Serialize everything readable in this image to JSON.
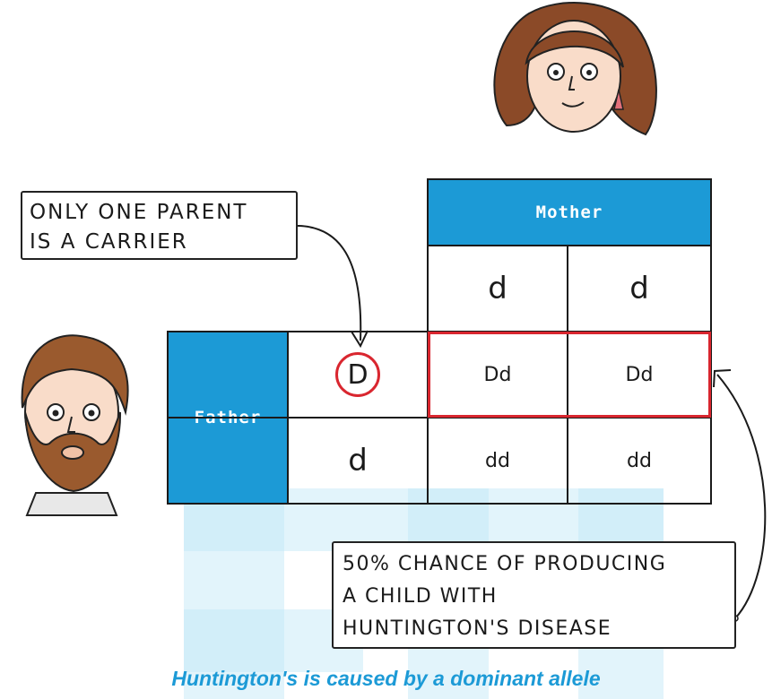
{
  "punnett": {
    "mother_label": "Mother",
    "father_label": "Father",
    "mother_alleles": [
      "d",
      "d"
    ],
    "father_alleles": [
      "D",
      "d"
    ],
    "offspring": [
      [
        "Dd",
        "Dd"
      ],
      [
        "dd",
        "dd"
      ]
    ],
    "highlight_color": "#d9262f",
    "header_color": "#1c9ad6"
  },
  "notes": {
    "carrier_line1": "ONLY ONE PARENT",
    "carrier_line2": "IS A CARRIER",
    "chance_line1": "50% CHANCE OF PRODUCING",
    "chance_line2": "A CHILD WITH",
    "chance_line3": "HUNTINGTON'S DISEASE"
  },
  "caption": "Huntington's is caused by a dominant allele",
  "icons": [
    "mother-face-icon",
    "father-face-icon",
    "watermark-logo"
  ]
}
